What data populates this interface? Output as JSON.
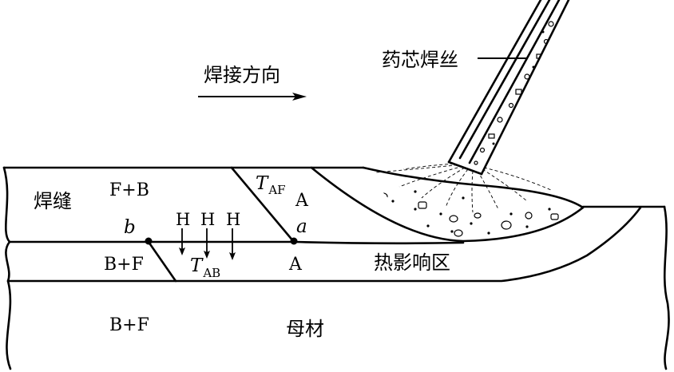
{
  "labels": {
    "welding_direction": "焊接方向",
    "flux_cored_wire": "药芯焊丝",
    "weld": "焊缝",
    "haz": "热影响区",
    "base_metal": "母材"
  },
  "phases": {
    "weld_fb": "F+B",
    "haz_bf": "B+F",
    "base_bf": "B+F",
    "austenite_upper": "A",
    "austenite_lower": "A"
  },
  "points": {
    "a": "a",
    "b": "b"
  },
  "temperatures": {
    "t_af_symbol": "T",
    "t_af_sub": "AF",
    "t_ab_symbol": "T",
    "t_ab_sub": "AB"
  },
  "hydrogen": [
    "H",
    "H",
    "H"
  ]
}
